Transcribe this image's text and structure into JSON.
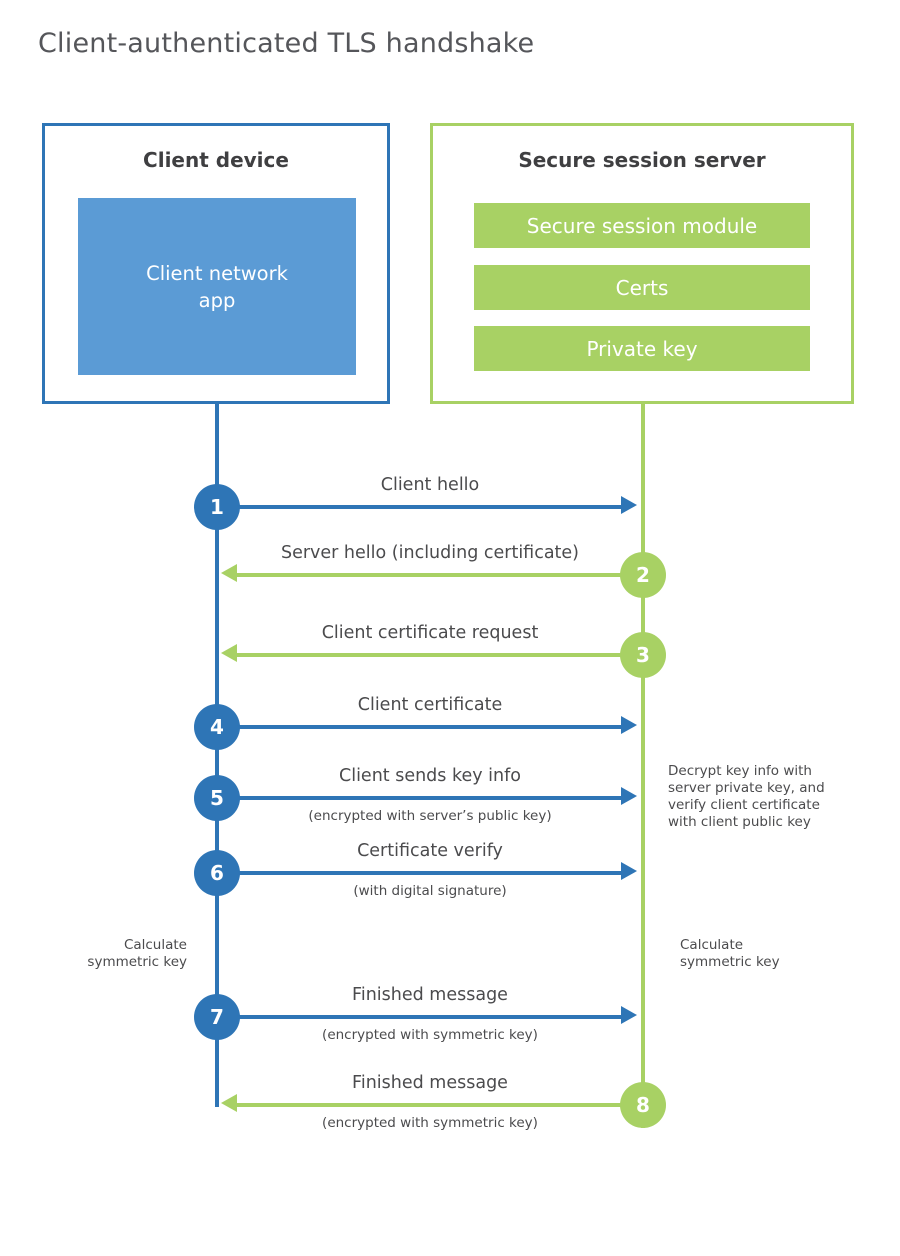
{
  "title": "Client-authenticated TLS handshake",
  "colors": {
    "blue_dark": "#2e75b6",
    "blue_light": "#5b9bd5",
    "green": "#a8d164",
    "heading_text": "#3f3f41",
    "body_text": "#4b4b4d",
    "title_text": "#55565a"
  },
  "client": {
    "title": "Client device",
    "inner_label": "Client network\napp"
  },
  "server": {
    "title": "Secure session server",
    "modules": [
      "Secure session module",
      "Certs",
      "Private key"
    ]
  },
  "steps": [
    {
      "num": "1",
      "label": "Client hello",
      "sub": "",
      "direction": "right",
      "color": "blue"
    },
    {
      "num": "2",
      "label": "Server hello (including certificate)",
      "sub": "",
      "direction": "left",
      "color": "green"
    },
    {
      "num": "3",
      "label": "Client certificate request",
      "sub": "",
      "direction": "left",
      "color": "green"
    },
    {
      "num": "4",
      "label": "Client certificate",
      "sub": "",
      "direction": "right",
      "color": "blue"
    },
    {
      "num": "5",
      "label": "Client sends key info",
      "sub": "(encrypted with server’s public key)",
      "direction": "right",
      "color": "blue"
    },
    {
      "num": "6",
      "label": "Certificate verify",
      "sub": "(with digital signature)",
      "direction": "right",
      "color": "blue"
    },
    {
      "num": "7",
      "label": "Finished message",
      "sub": "(encrypted with symmetric key)",
      "direction": "right",
      "color": "blue"
    },
    {
      "num": "8",
      "label": "Finished message",
      "sub": "(encrypted with symmetric key)",
      "direction": "left",
      "color": "green"
    }
  ],
  "annotations": {
    "decrypt": "Decrypt key info with server private key, and verify client certificate with client public key",
    "calc_client": "Calculate symmetric key",
    "calc_server": "Calculate symmetric key"
  }
}
